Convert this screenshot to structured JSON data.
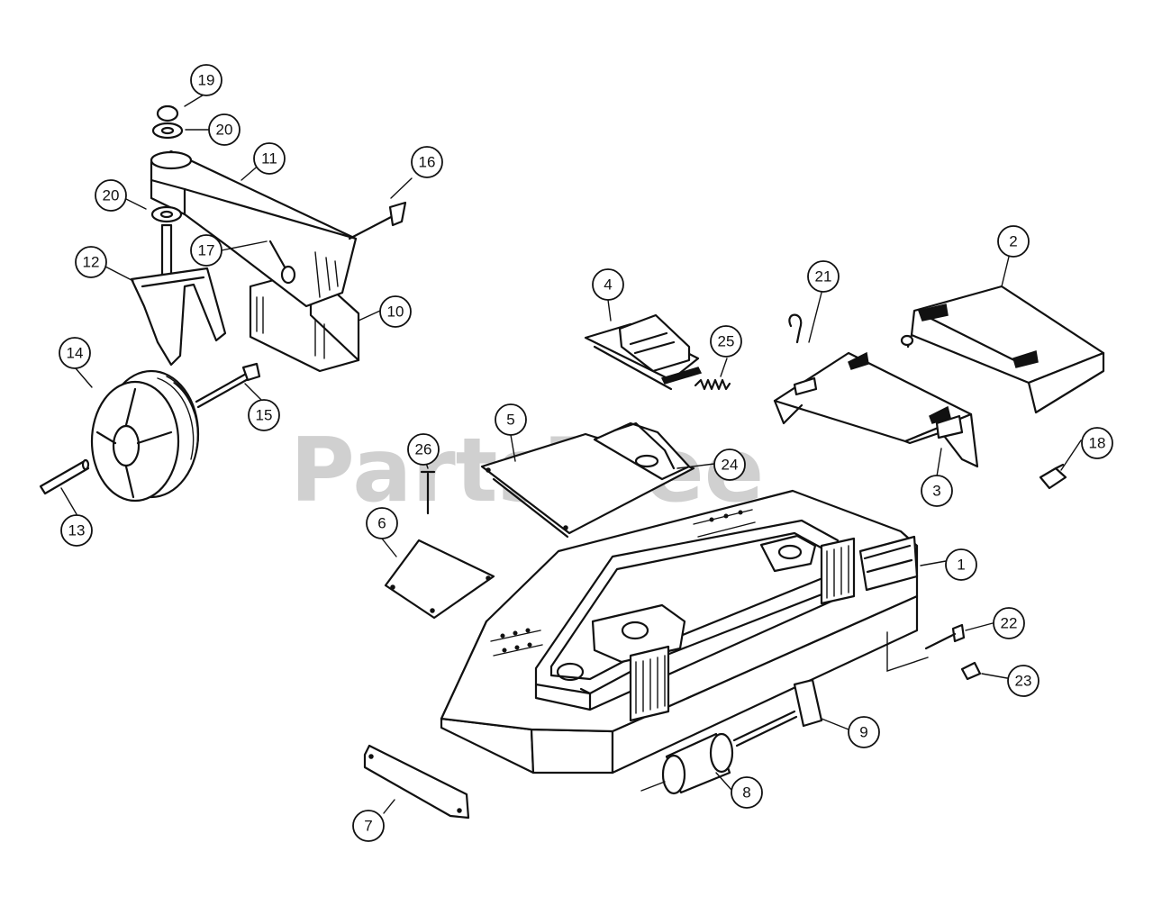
{
  "watermark": {
    "text": "PartsTree",
    "trademark": "™"
  },
  "callouts": [
    {
      "n": "1"
    },
    {
      "n": "2"
    },
    {
      "n": "3"
    },
    {
      "n": "4"
    },
    {
      "n": "5"
    },
    {
      "n": "6"
    },
    {
      "n": "7"
    },
    {
      "n": "8"
    },
    {
      "n": "9"
    },
    {
      "n": "10"
    },
    {
      "n": "11"
    },
    {
      "n": "12"
    },
    {
      "n": "13"
    },
    {
      "n": "14"
    },
    {
      "n": "15"
    },
    {
      "n": "16"
    },
    {
      "n": "17"
    },
    {
      "n": "18"
    },
    {
      "n": "19"
    },
    {
      "n": "20"
    },
    {
      "n": "20"
    },
    {
      "n": "21"
    },
    {
      "n": "22"
    },
    {
      "n": "23"
    },
    {
      "n": "24"
    },
    {
      "n": "25"
    },
    {
      "n": "26"
    }
  ]
}
